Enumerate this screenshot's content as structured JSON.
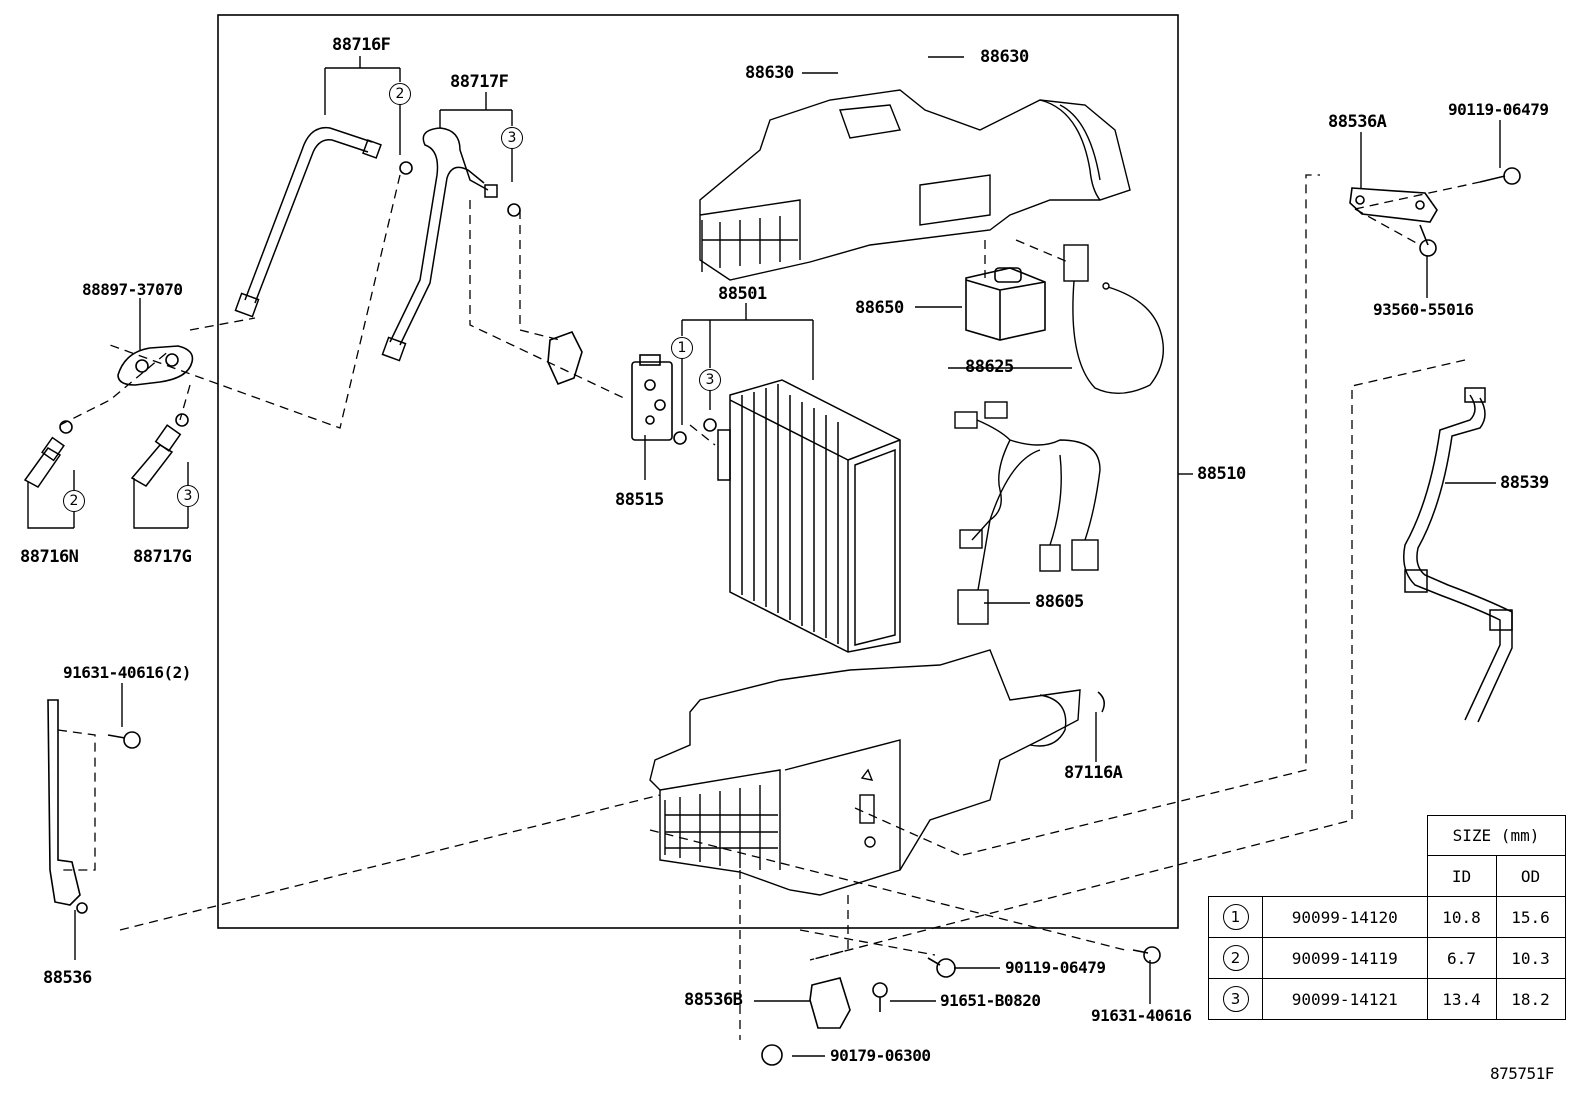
{
  "callouts": {
    "p88716F": "88716F",
    "p88717F": "88717F",
    "p88630a": "88630",
    "p88630b": "88630",
    "p88536A": "88536A",
    "p90119a": "90119-06479",
    "p88897": "88897-37070",
    "p88501": "88501",
    "p88650": "88650",
    "p93560": "93560-55016",
    "p88625": "88625",
    "p88510": "88510",
    "p88539": "88539",
    "p88515": "88515",
    "p88716N": "88716N",
    "p88717G": "88717G",
    "p88605": "88605",
    "p91631a": "91631-40616(2)",
    "p87116A": "87116A",
    "p88536": "88536",
    "p90119b": "90119-06479",
    "p91631b": "91631-40616",
    "p88536B": "88536B",
    "p91651": "91651-B0820",
    "p90179": "90179-06300"
  },
  "oring_marks": {
    "c1": "1",
    "c2": "2",
    "c3": "3"
  },
  "size_table": {
    "header": "SIZE (mm)",
    "col_id": "ID",
    "col_od": "OD",
    "rows": [
      {
        "mark": "1",
        "part": "90099-14120",
        "id": "10.8",
        "od": "15.6"
      },
      {
        "mark": "2",
        "part": "90099-14119",
        "id": "6.7",
        "od": "10.3"
      },
      {
        "mark": "3",
        "part": "90099-14121",
        "id": "13.4",
        "od": "18.2"
      }
    ]
  },
  "figure_id": "875751F"
}
